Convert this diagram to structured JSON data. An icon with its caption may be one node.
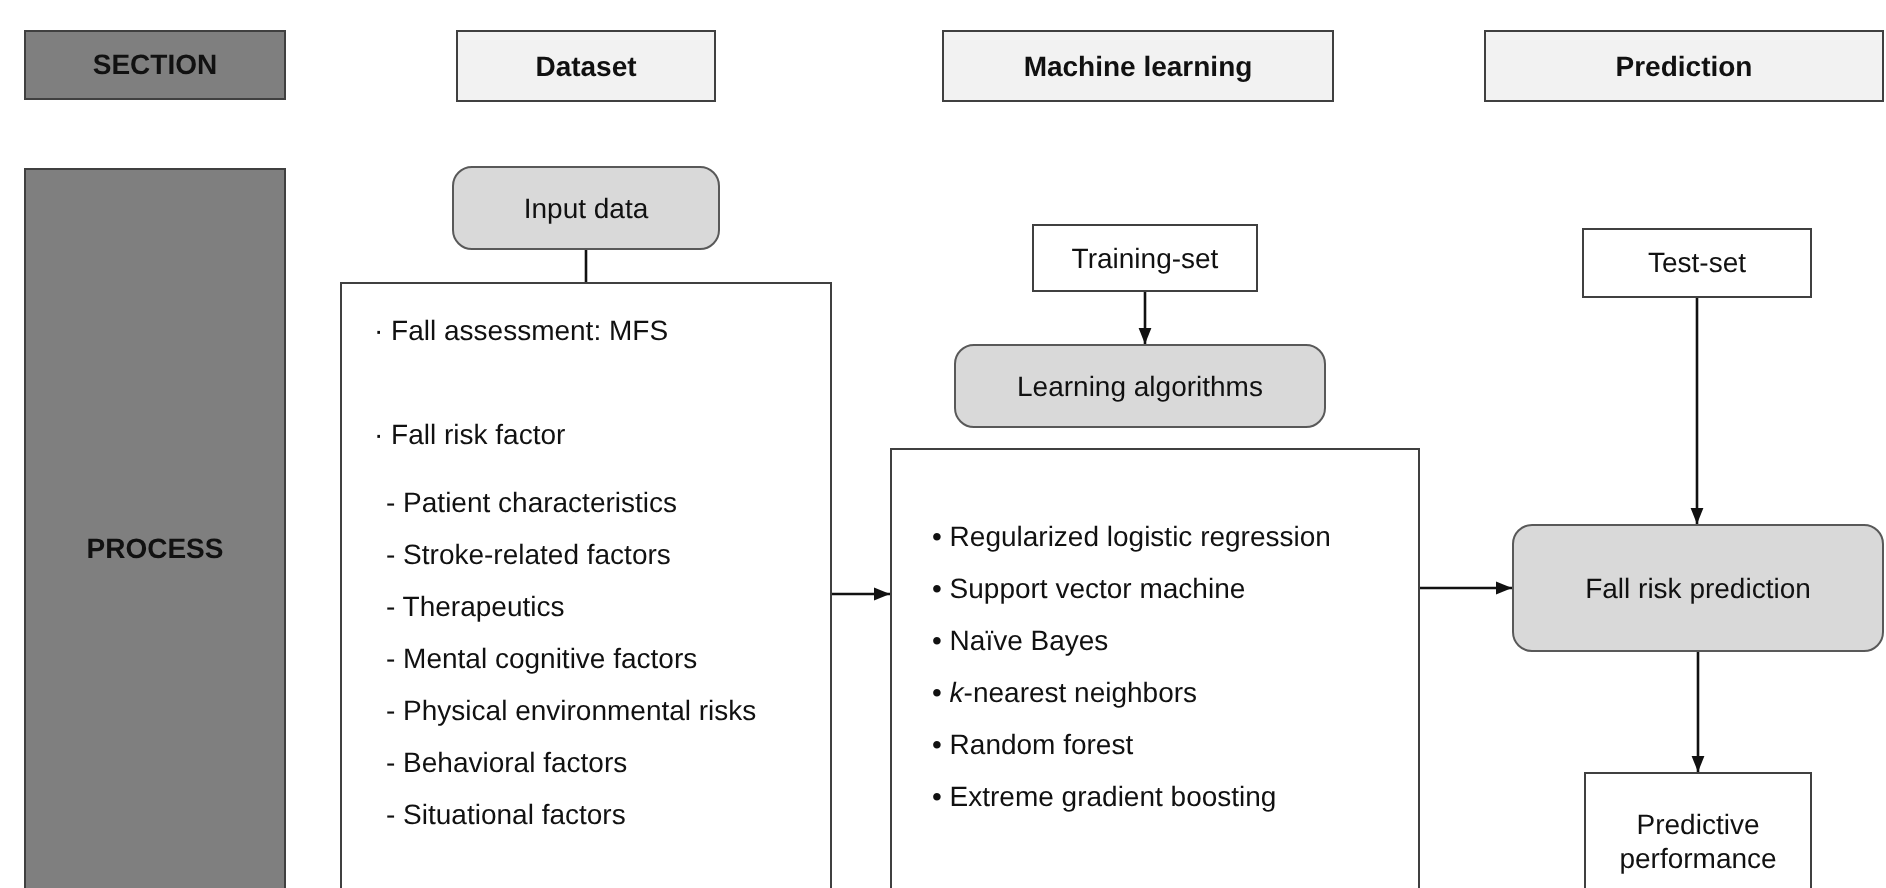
{
  "diagram": {
    "nodes": [
      {
        "text": [
          "SECTION"
        ]
      },
      {
        "text": [
          "Dataset"
        ]
      },
      {
        "text": [
          "Machine learning"
        ]
      },
      {
        "text": [
          "Prediction"
        ]
      },
      {
        "text": [
          "PROCESS"
        ]
      },
      {
        "text": [
          "Input data"
        ]
      },
      {
        "text": [
          "· Fall assessment: MFS",
          "· Fall risk factor",
          "- Patient characteristics",
          "- Stroke-related factors",
          "- Therapeutics",
          "- Mental cognitive factors",
          "- Physical environmental risks",
          "- Behavioral factors",
          "- Situational factors"
        ]
      },
      {
        "text": [
          "Training-set"
        ]
      },
      {
        "text": [
          "Learning algorithms"
        ]
      },
      {
        "text": [
          "• Regularized logistic regression",
          "• Support vector machine",
          "• Naïve Bayes",
          "• *k*-nearest neighbors",
          "• Random forest",
          "• Extreme gradient boosting"
        ]
      },
      {
        "text": [
          "Test-set"
        ]
      },
      {
        "text": [
          "Fall risk prediction"
        ]
      },
      {
        "text": [
          "Predictive performance"
        ]
      }
    ],
    "edges": [
      {
        "from": 5,
        "to": 6,
        "arrow": "none"
      },
      {
        "from": 7,
        "to": 8,
        "arrow": "to"
      },
      {
        "from": 6,
        "to": 9,
        "arrow": "to"
      },
      {
        "from": 9,
        "to": 11,
        "arrow": "to"
      },
      {
        "from": 10,
        "to": 11,
        "arrow": "to"
      },
      {
        "from": 11,
        "to": 12,
        "arrow": "to"
      }
    ]
  }
}
